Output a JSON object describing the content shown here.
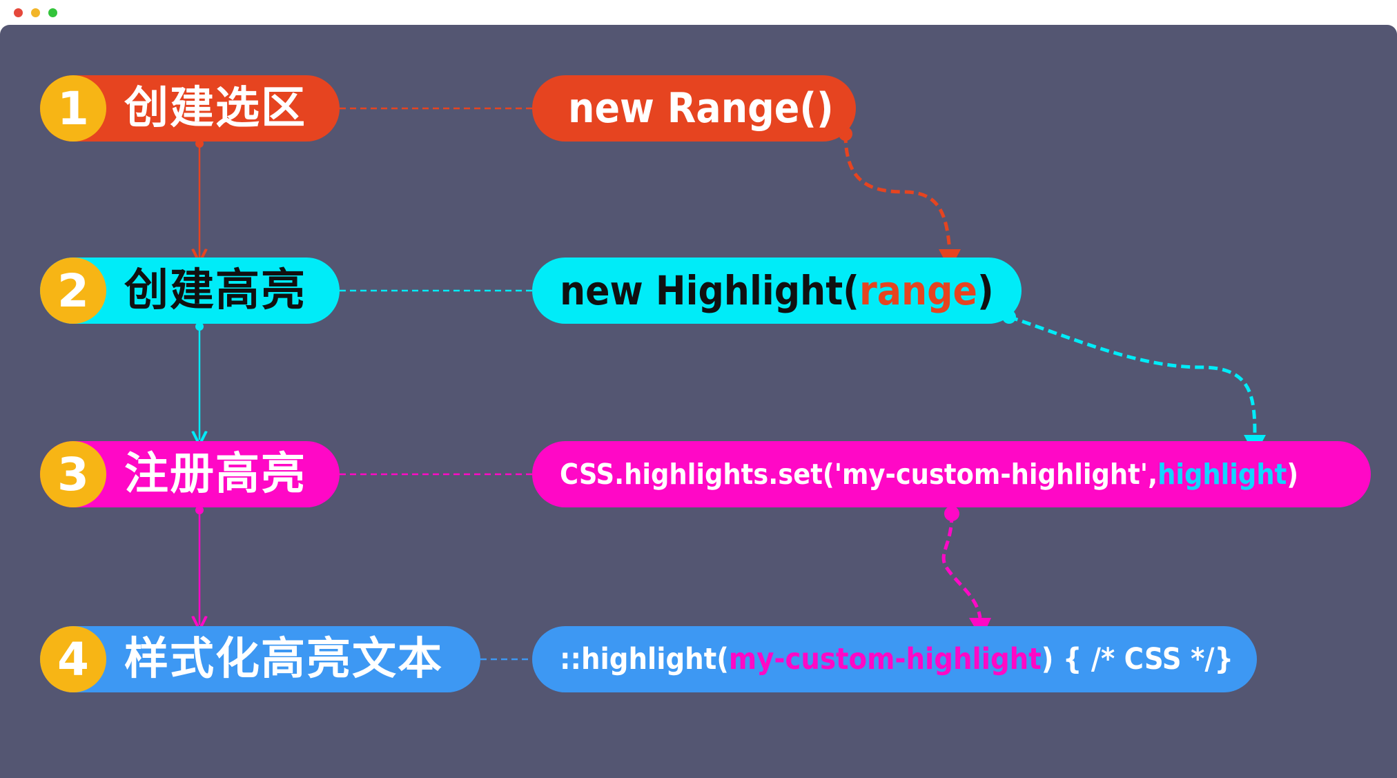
{
  "steps": [
    {
      "num": "1",
      "label": "创建选区",
      "color": "#e64420"
    },
    {
      "num": "2",
      "label": "创建高亮",
      "color": "#00ecf8"
    },
    {
      "num": "3",
      "label": "注册高亮",
      "color": "#ff08c6"
    },
    {
      "num": "4",
      "label": "样式化高亮文本",
      "color": "#3d98f3"
    }
  ],
  "code": {
    "range": {
      "text": "new Range()"
    },
    "highlight": {
      "before": "new Highlight(",
      "arg": "range",
      "after": ")"
    },
    "register": {
      "before": "CSS.highlights.set('my-custom-highlight', ",
      "arg": "highlight",
      "after": ")"
    },
    "style": {
      "before": "::highlight(",
      "arg": "my-custom-highlight",
      "after": ") { /*  CSS */}"
    }
  },
  "colors": {
    "background": "#545672",
    "badge": "#f7b515",
    "red": "#e64420",
    "cyan": "#00ecf8",
    "magenta": "#ff08c6",
    "blue": "#3d98f3"
  }
}
